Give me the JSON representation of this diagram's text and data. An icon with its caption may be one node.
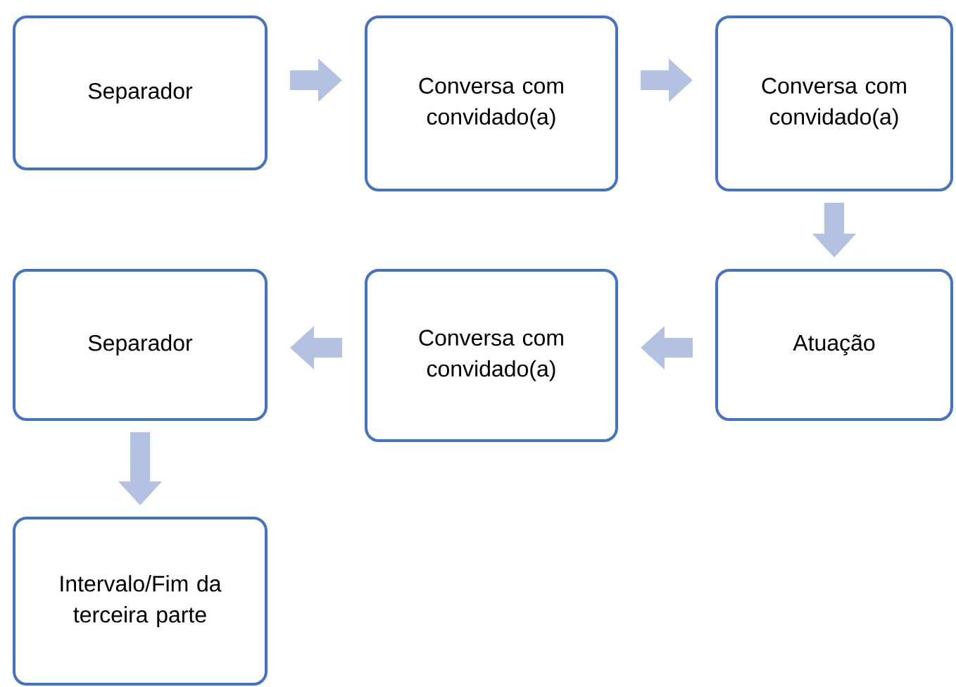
{
  "diagram": {
    "nodes": [
      {
        "text": [
          "Separador"
        ]
      },
      {
        "text": [
          "Conversa com convidado(a)"
        ]
      },
      {
        "text": [
          "Conversa com convidado(a)"
        ]
      },
      {
        "text": [
          "Atuação"
        ]
      },
      {
        "text": [
          "Conversa com convidado(a)"
        ]
      },
      {
        "text": [
          "Separador"
        ]
      },
      {
        "text": [
          "Intervalo/Fim da terceira parte"
        ]
      }
    ],
    "edges": [
      {
        "from": 0,
        "to": 1,
        "arrow": "to"
      },
      {
        "from": 1,
        "to": 2,
        "arrow": "to"
      },
      {
        "from": 2,
        "to": 3,
        "arrow": "to"
      },
      {
        "from": 3,
        "to": 4,
        "arrow": "to"
      },
      {
        "from": 4,
        "to": 5,
        "arrow": "to"
      },
      {
        "from": 5,
        "to": 6,
        "arrow": "to"
      }
    ]
  }
}
